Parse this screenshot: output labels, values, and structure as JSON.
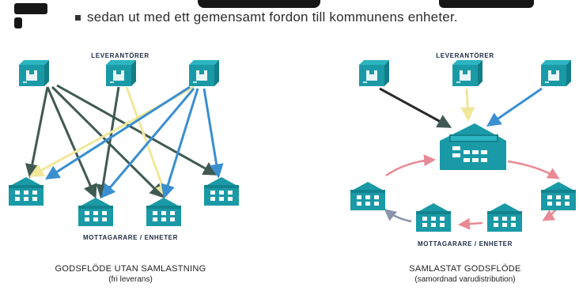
{
  "header": {
    "text": "sedan ut med ett gemensamt fordon till kommunens enheter."
  },
  "left_diagram": {
    "suppliers_label": "LEVERANTÖRER",
    "recipients_label": "MOTTAGARARE / ENHETER",
    "caption_line1": "GODSFLÖDE UTAN SAMLASTNING",
    "caption_line2": "(fri leverans)"
  },
  "right_diagram": {
    "suppliers_label": "LEVERANTÖRER",
    "recipients_label": "MOTTAGARARE / ENHETER",
    "caption_line1": "SAMLASTAT GODSFLÖDE",
    "caption_line2": "(samordnad varudistribution)"
  },
  "colors": {
    "icon_teal": "#1a9aa6",
    "arrow_dark": "#3f5a52",
    "arrow_blue": "#3a8fd0",
    "arrow_yellow": "#f1e79a",
    "arrow_pink": "#e88a95",
    "arrow_grey": "#8a93aa"
  }
}
